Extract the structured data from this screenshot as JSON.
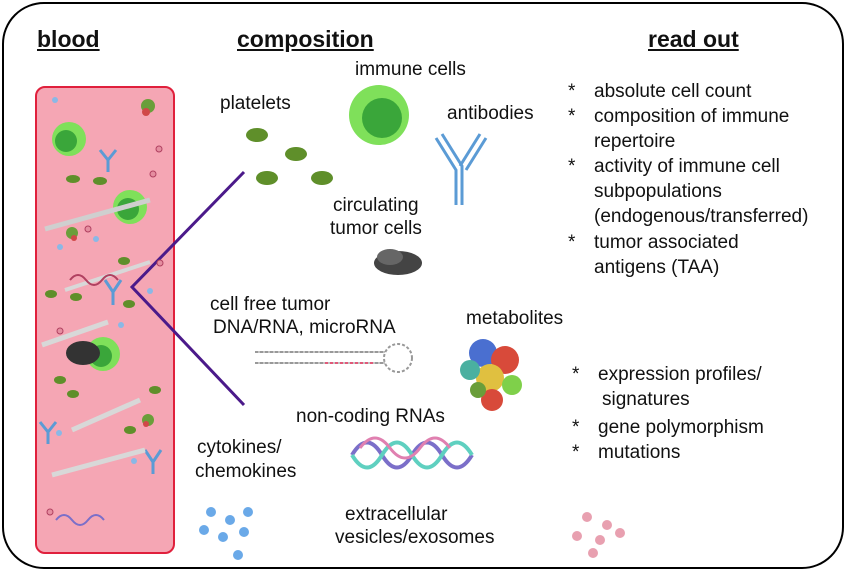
{
  "headers": {
    "blood": "blood",
    "composition": "composition",
    "readout": "read out"
  },
  "components": {
    "immune_cells": "immune cells",
    "platelets": "platelets",
    "antibodies": "antibodies",
    "ctc_line1": "circulating",
    "ctc_line2": "tumor cells",
    "cfdna_line1": "cell free tumor",
    "cfdna_line2": "DNA/RNA, microRNA",
    "metabolites": "metabolites",
    "ncrna": "non-coding RNAs",
    "cyto_line1": "cytokines/",
    "cyto_line2": "chemokines",
    "ev_line1": "extracellular",
    "ev_line2": "vesicles/exosomes"
  },
  "readout_top": [
    "* ",
    "absolute cell count",
    "composition of immune",
    "repertoire",
    "activity of immune cell",
    "subpopulations",
    "(endogenous/transferred)",
    "tumor associated",
    "antigens (TAA)"
  ],
  "readout_bottom": [
    "expression profiles/",
    "signatures",
    "gene polymorphism",
    "mutations"
  ],
  "colors": {
    "cell_green": "#3aa63a",
    "cell_light": "#7fe05a",
    "platelet": "#5f8f2a",
    "antibody": "#5b9bd5",
    "bracket": "#4b1a8a",
    "blood_fill": "#f5a6b4",
    "blood_border": "#e0203c"
  }
}
